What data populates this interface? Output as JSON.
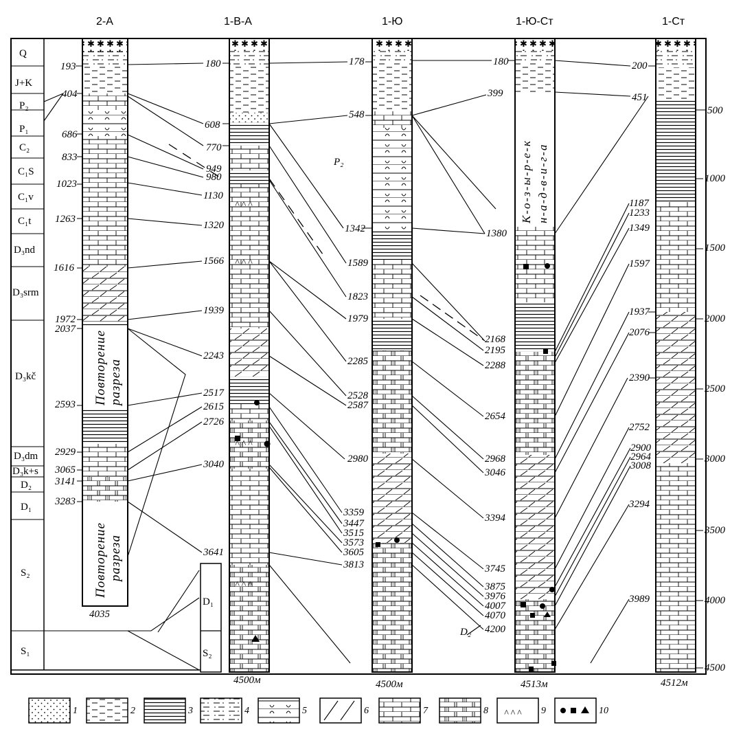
{
  "wells": [
    {
      "id": "w2A",
      "name": "2-А",
      "total_depth": "4035"
    },
    {
      "id": "w1VA",
      "name": "1-В-А",
      "total_depth": "4500м"
    },
    {
      "id": "w1Yu",
      "name": "1-Ю",
      "total_depth": "4500м"
    },
    {
      "id": "w1YuSt",
      "name": "1-Ю-Ст",
      "total_depth": "4513м"
    },
    {
      "id": "w1St",
      "name": "1-Ст",
      "total_depth": "4512м"
    }
  ],
  "stratigraphy_column": [
    {
      "label": "Q"
    },
    {
      "label": "J+K"
    },
    {
      "label": "P₂"
    },
    {
      "label": "P₁"
    },
    {
      "label": "C₂"
    },
    {
      "label": "C₁S"
    },
    {
      "label": "C₁v"
    },
    {
      "label": "C₁t"
    },
    {
      "label": "D₃nd"
    },
    {
      "label": "D₃srm"
    },
    {
      "label": "D₃kč"
    },
    {
      "label": "D₃dm"
    },
    {
      "label": "D₃k+s"
    },
    {
      "label": "D₂"
    },
    {
      "label": "D₁"
    },
    {
      "label": "S₂"
    },
    {
      "label": "S₁"
    }
  ],
  "small_column_labels": [
    "D₁",
    "S₂"
  ],
  "depths_2A": [
    "193",
    "404",
    "686",
    "833",
    "1023",
    "1263",
    "1616",
    "1972",
    "2037",
    "2593",
    "2929",
    "3065",
    "3141",
    "3283"
  ],
  "depths_1VA": [
    "180",
    "608",
    "770",
    "949",
    "980",
    "1130",
    "1320",
    "1566",
    "1939",
    "2243",
    "2517",
    "2615",
    "2726",
    "3040",
    "3641"
  ],
  "depths_1Yu": [
    "178",
    "548",
    "1342",
    "1589",
    "1823",
    "1979",
    "2285",
    "2528",
    "2587",
    "2980",
    "3359",
    "3447",
    "3515",
    "3573",
    "3605",
    "3813"
  ],
  "depths_1YuSt": [
    "180",
    "399",
    "1380",
    "2168",
    "2195",
    "2288",
    "2654",
    "2968",
    "3046",
    "3394",
    "3745",
    "3875",
    "3976",
    "4007",
    "4070",
    "4200"
  ],
  "depths_1St": [
    "200",
    "451",
    "1187",
    "1233",
    "1349",
    "1597",
    "1937",
    "2076",
    "2390",
    "2752",
    "2900",
    "2964",
    "3008",
    "3294",
    "3989"
  ],
  "depth_axis": [
    "500",
    "1000",
    "1500",
    "2000",
    "2500",
    "3000",
    "3500",
    "4000",
    "4500"
  ],
  "annotations": {
    "repeat_text_1": "Повторение",
    "repeat_text_2": "разреза",
    "p2_label": "P₂",
    "d2_label": "D₂",
    "well_1YuSt_vertical_1": "К-о-з-ы-р-е-к",
    "well_1YuSt_vertical_2": "н-а-д-в-и-г-а"
  },
  "legend": [
    "1",
    "2",
    "3",
    "4",
    "5",
    "6",
    "7",
    "8",
    "9",
    "10"
  ]
}
